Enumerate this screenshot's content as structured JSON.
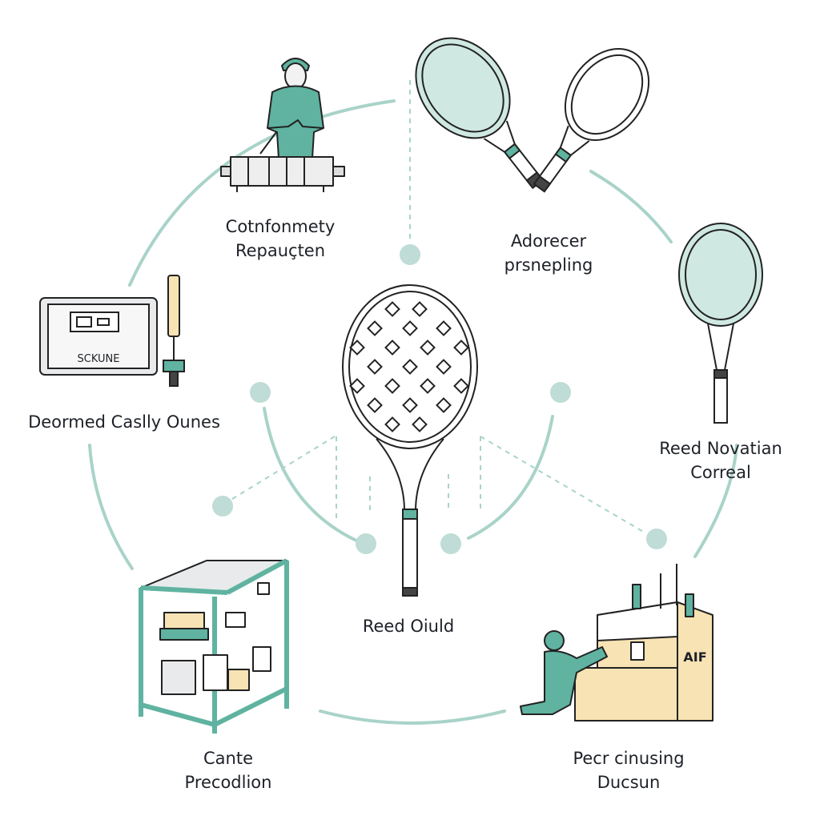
{
  "labels": {
    "top_left": [
      "Cotnfonmety",
      "Repauçten"
    ],
    "top_right": [
      "Adorecer",
      "prsnepling"
    ],
    "left": [
      "Deormed Caslly Ounes"
    ],
    "right": [
      "Reed Novatian",
      "Correal"
    ],
    "center": [
      "Reed Oiuld"
    ],
    "bottom_left": [
      "Cante",
      "Precodlion"
    ],
    "bottom_right": [
      "Pecr cinusing",
      "Ducsun"
    ]
  },
  "screen_text": "SCKUNE",
  "badge_text": "AIF",
  "icons": [
    "technician-at-workbench-icon",
    "crossed-rackets-icon",
    "single-racket-icon",
    "screen-monitor-icon",
    "central-racket-icon",
    "machine-frame-icon",
    "worker-at-counter-icon"
  ],
  "colors": {
    "accent": "#5fb3a0",
    "ring": "#a9d3c9",
    "dot": "#bfdcd6",
    "line": "#222222",
    "cream": "#f7e3b3",
    "gray_fill": "#e8eaec"
  }
}
